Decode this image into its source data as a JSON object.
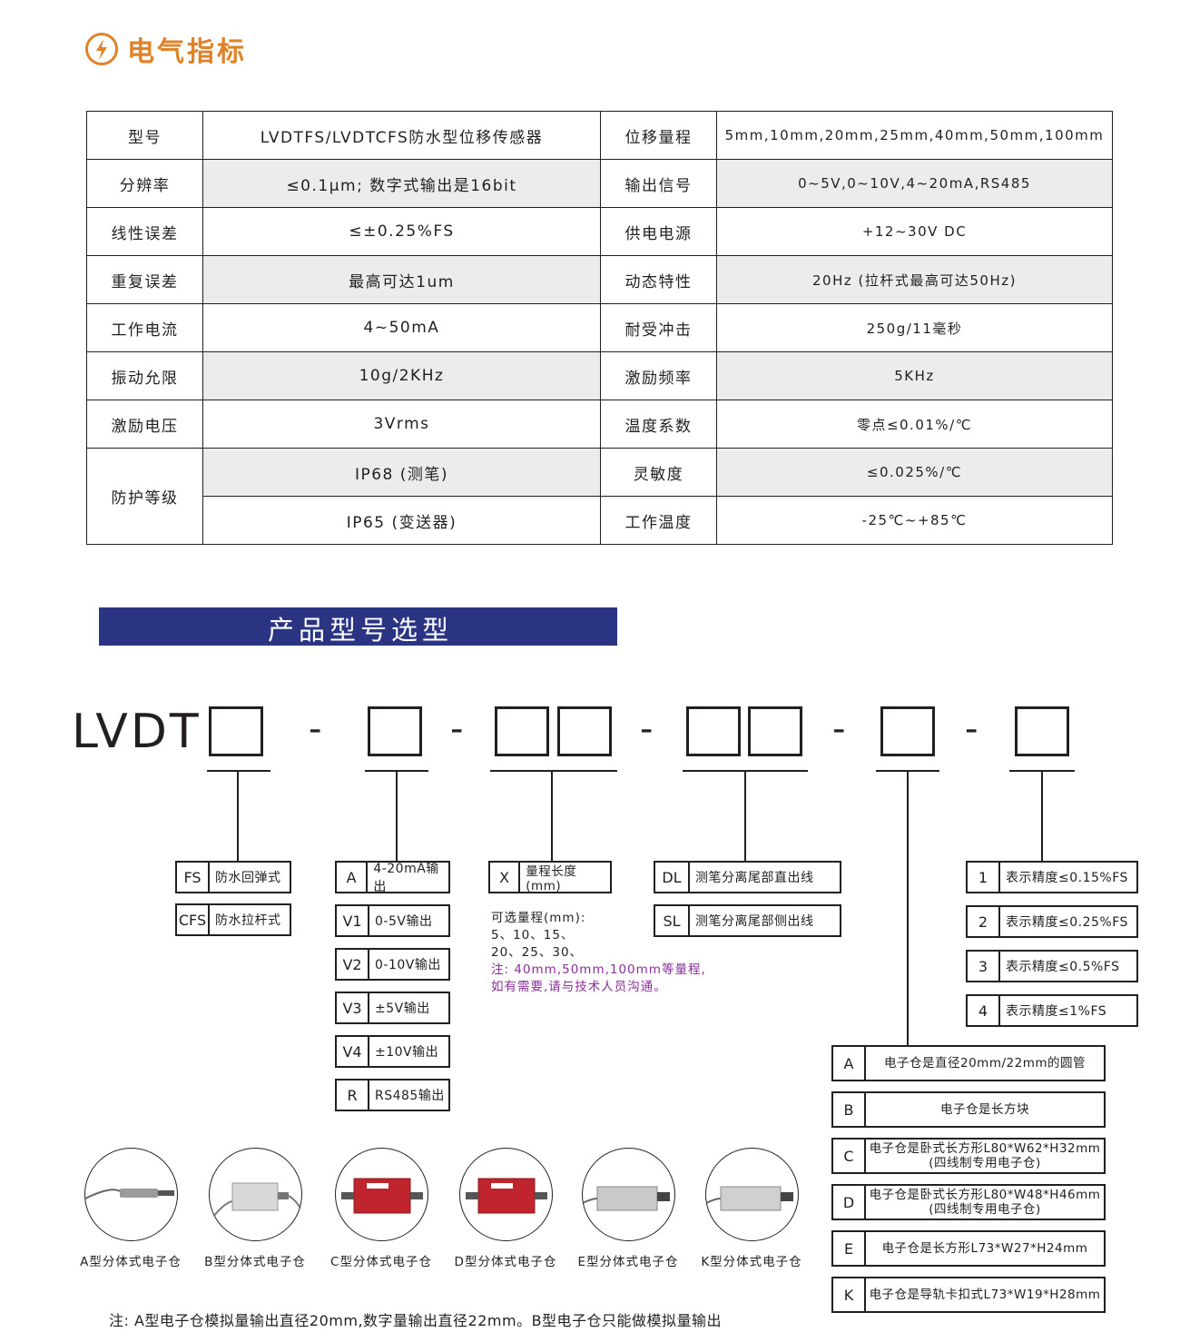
{
  "section": {
    "icon": "lightning-icon",
    "title": "电气指标"
  },
  "spec_rows": [
    {
      "k1": "型号",
      "v1": "LVDTFS/LVDTCFS防水型位移传感器",
      "k2": "位移量程",
      "v2": "5mm,10mm,20mm,25mm,40mm,50mm,100mm"
    },
    {
      "k1": "分辨率",
      "v1": "≤0.1μm; 数字式输出是16bit",
      "k2": "输出信号",
      "v2": "0~5V,0~10V,4~20mA,RS485"
    },
    {
      "k1": "线性误差",
      "v1": "≤±0.25%FS",
      "k2": "供电电源",
      "v2": "+12~30V DC"
    },
    {
      "k1": "重复误差",
      "v1": "最高可达1um",
      "k2": "动态特性",
      "v2": "20Hz (拉杆式最高可达50Hz)"
    },
    {
      "k1": "工作电流",
      "v1": "4~50mA",
      "k2": "耐受冲击",
      "v2": "250g/11毫秒"
    },
    {
      "k1": "振动允限",
      "v1": "10g/2KHz",
      "k2": "激励频率",
      "v2": "5KHz"
    },
    {
      "k1": "激励电压",
      "v1": "3Vrms",
      "k2": "温度系数",
      "v2": "零点≤0.01%/℃"
    }
  ],
  "spec_protect": {
    "k1": "防护等级",
    "rows": [
      {
        "v1": "IP68 (测笔)",
        "k2": "灵敏度",
        "v2": "≤0.025%/℃"
      },
      {
        "v1": "IP65 (变送器)",
        "k2": "工作温度",
        "v2": "-25℃~+85℃"
      }
    ]
  },
  "banner": {
    "title": "产品型号选型"
  },
  "code": {
    "prefix": "LVDT",
    "dash": "-"
  },
  "opts_type": [
    {
      "code": "FS",
      "desc": "防水回弹式"
    },
    {
      "code": "CFS",
      "desc": "防水拉杆式"
    }
  ],
  "opts_output": [
    {
      "code": "A",
      "desc": "4-20mA输出"
    },
    {
      "code": "V1",
      "desc": "0-5V输出"
    },
    {
      "code": "V2",
      "desc": "0-10V输出"
    },
    {
      "code": "V3",
      "desc": "±5V输出"
    },
    {
      "code": "V4",
      "desc": "±10V输出"
    },
    {
      "code": "R",
      "desc": "RS485输出"
    }
  ],
  "opts_range": {
    "code": "X",
    "desc": "量程长度(mm)"
  },
  "range_note": {
    "line1": "可选量程(mm):",
    "line2": "5、10、15、",
    "line3": "20、25、30、",
    "line4": "注: 40mm,50mm,100mm等量程,",
    "line5": "如有需要,请与技术人员沟通。"
  },
  "opts_cable": [
    {
      "code": "DL",
      "desc": "测笔分离尾部直出线"
    },
    {
      "code": "SL",
      "desc": "测笔分离尾部侧出线"
    }
  ],
  "opts_accuracy": [
    {
      "code": "1",
      "desc": "表示精度≤0.15%FS"
    },
    {
      "code": "2",
      "desc": "表示精度≤0.25%FS"
    },
    {
      "code": "3",
      "desc": "表示精度≤0.5%FS"
    },
    {
      "code": "4",
      "desc": "表示精度≤1%FS"
    }
  ],
  "opts_housing": [
    {
      "code": "A",
      "l1": "电子仓是直径20mm/22mm的圆管",
      "l2": ""
    },
    {
      "code": "B",
      "l1": "电子仓是长方块",
      "l2": ""
    },
    {
      "code": "C",
      "l1": "电子仓是卧式长方形L80*W62*H32mm",
      "l2": "(四线制专用电子仓)"
    },
    {
      "code": "D",
      "l1": "电子仓是卧式长方形L80*W48*H46mm",
      "l2": "(四线制专用电子仓)"
    },
    {
      "code": "E",
      "l1": "电子仓是长方形L73*W27*H24mm",
      "l2": ""
    },
    {
      "code": "K",
      "l1": "电子仓是导轨卡扣式L73*W19*H28mm",
      "l2": ""
    }
  ],
  "products": [
    {
      "caption": "A型分体式电子仓",
      "color": "#9a9a9a"
    },
    {
      "caption": "B型分体式电子仓",
      "color": "#d8d8d8"
    },
    {
      "caption": "C型分体式电子仓",
      "color": "#c0242c"
    },
    {
      "caption": "D型分体式电子仓",
      "color": "#c0242c"
    },
    {
      "caption": "E型分体式电子仓",
      "color": "#c9c9c9"
    },
    {
      "caption": "K型分体式电子仓",
      "color": "#d0d0d0"
    }
  ],
  "footnote": "注: A型电子仓模拟量输出直径20mm,数字量输出直径22mm。B型电子仓只能做模拟量输出"
}
